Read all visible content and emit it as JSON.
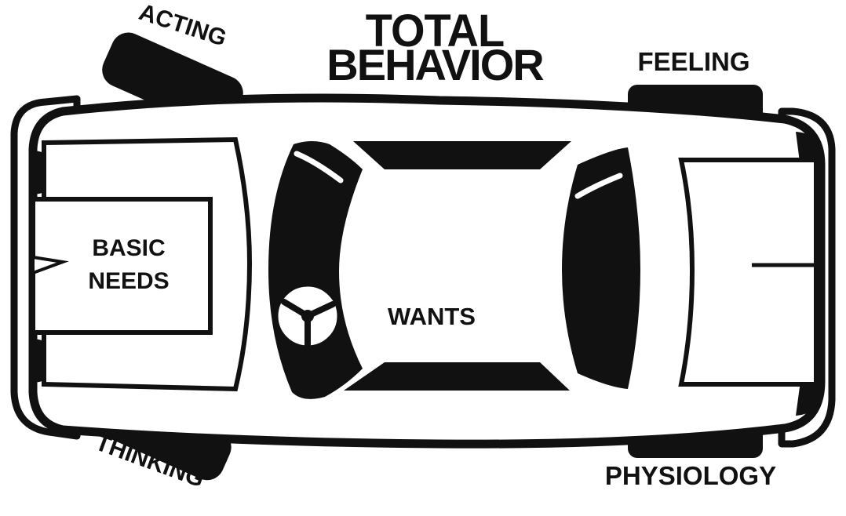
{
  "title": {
    "line1": "TOTAL",
    "line2": "BEHAVIOR"
  },
  "wheels": {
    "front_left": "ACTING",
    "rear_left": "FEELING",
    "front_right": "THINKING",
    "rear_right": "PHYSIOLOGY"
  },
  "engine_label": {
    "line1": "BASIC",
    "line2": "NEEDS"
  },
  "steering_label": "WANTS",
  "colors": {
    "ink": "#111111",
    "paper": "#ffffff"
  }
}
